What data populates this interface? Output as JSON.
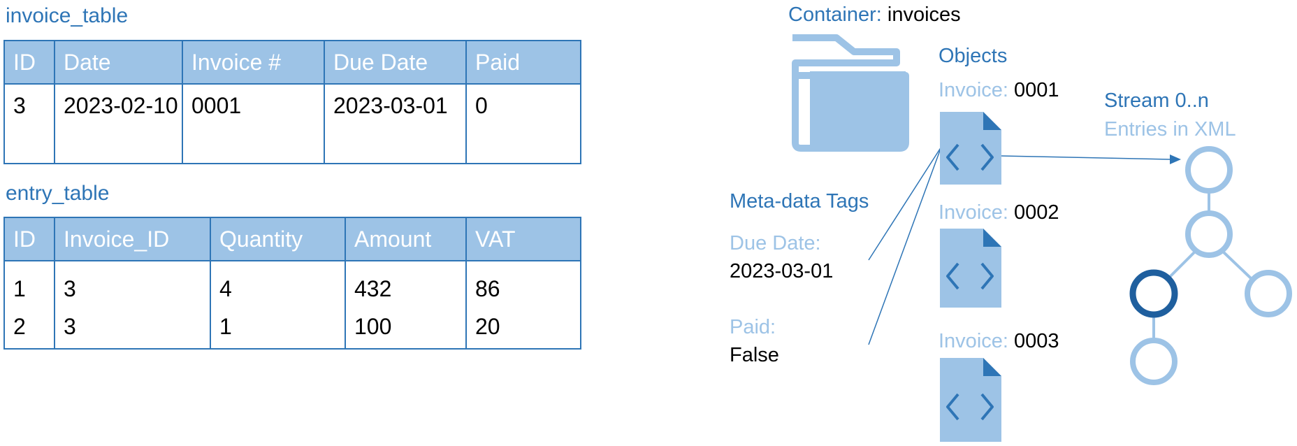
{
  "invoice_table": {
    "name": "invoice_table",
    "columns": [
      "ID",
      "Date",
      "Invoice #",
      "Due Date",
      "Paid"
    ],
    "rows": [
      [
        "3",
        "2023-02-10",
        "0001",
        "2023-03-01",
        "0"
      ]
    ]
  },
  "entry_table": {
    "name": "entry_table",
    "columns": [
      "ID",
      "Invoice_ID",
      "Quantity",
      "Amount",
      "VAT"
    ],
    "rows": [
      [
        "1",
        "3",
        "4",
        "432",
        "86"
      ],
      [
        "2",
        "3",
        "1",
        "100",
        "20"
      ]
    ]
  },
  "container": {
    "label": "Container:",
    "value": "invoices"
  },
  "objects": {
    "title": "Objects",
    "items": [
      {
        "label": "Invoice:",
        "value": "0001"
      },
      {
        "label": "Invoice:",
        "value": "0002"
      },
      {
        "label": "Invoice:",
        "value": "0003"
      }
    ]
  },
  "metadata": {
    "title": "Meta-data Tags",
    "due_label": "Due Date:",
    "due_value": "2023-03-01",
    "paid_label": "Paid:",
    "paid_value": "False"
  },
  "stream": {
    "title": "Stream 0..n",
    "subtitle": "Entries in XML"
  },
  "colors": {
    "accent": "#2e75b6",
    "light": "#9dc3e6",
    "dark_node": "#1f5f9e"
  },
  "icons": [
    "folder-icon",
    "xml-file-icon",
    "tree-node-icon"
  ]
}
